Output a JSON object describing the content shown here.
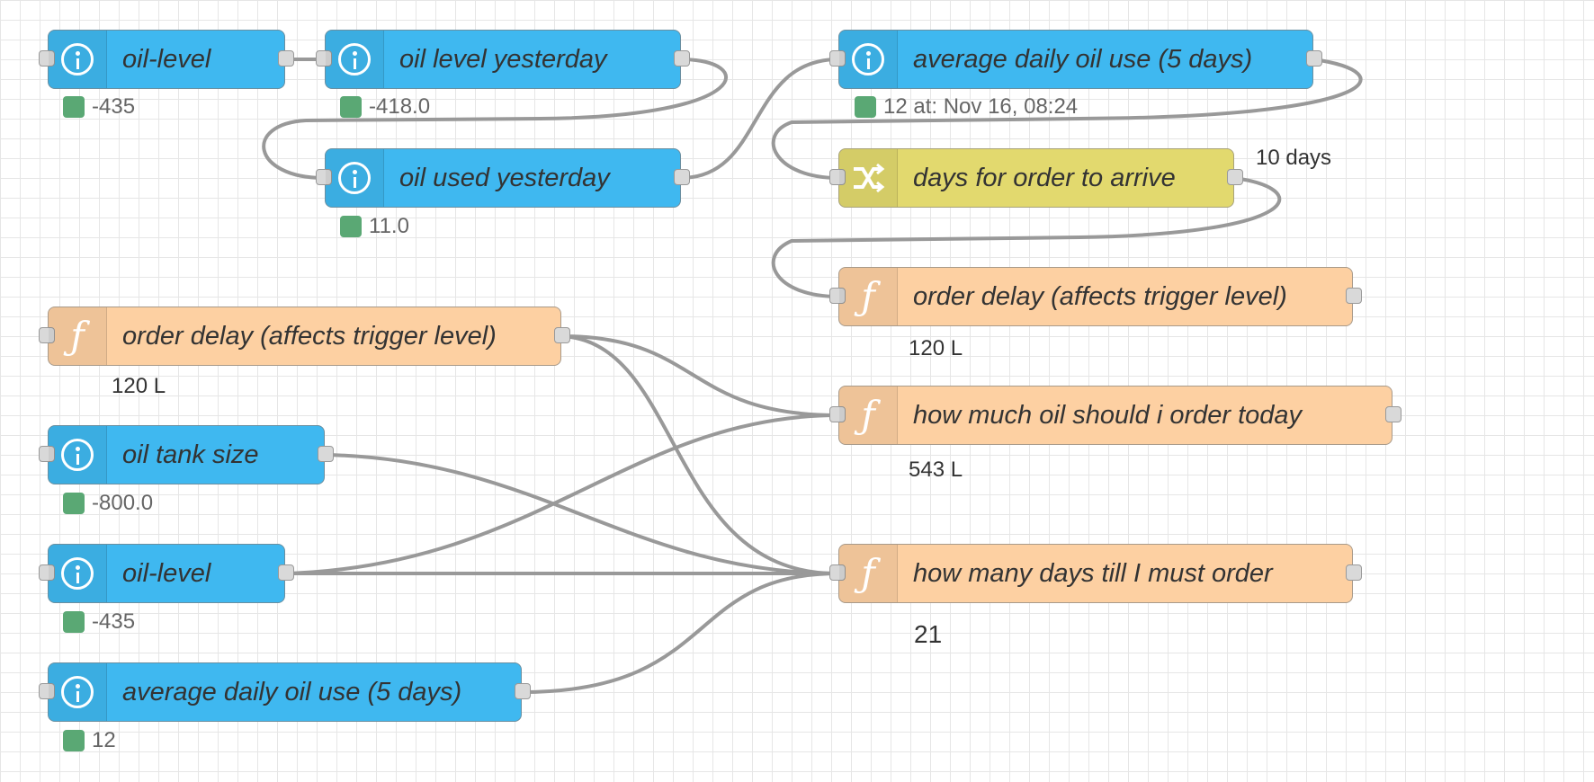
{
  "colors": {
    "info_node": "#3fb8f0",
    "function_node": "#fdd0a2",
    "change_node": "#e2d96e",
    "status_dot": "#5aa874",
    "wire": "#999999"
  },
  "nodes": {
    "n1": {
      "label": "oil-level",
      "status": "-435",
      "icon": "info-icon"
    },
    "n2": {
      "label": "oil level yesterday",
      "status": "-418.0",
      "icon": "info-icon"
    },
    "n3": {
      "label": "oil used yesterday",
      "status": "11.0",
      "icon": "info-icon"
    },
    "n4": {
      "label": "average daily oil use (5 days)",
      "status": "12 at: Nov 16, 08:24",
      "icon": "info-icon"
    },
    "n5": {
      "label": "days for order to arrive",
      "status": "10 days",
      "icon": "shuffle-icon"
    },
    "n6": {
      "label": "order delay (affects trigger level)",
      "status": "120 L",
      "icon": "function-icon"
    },
    "n7": {
      "label": "order delay (affects trigger level)",
      "status": "120 L",
      "icon": "function-icon"
    },
    "n8": {
      "label": "oil tank size",
      "status": "-800.0",
      "icon": "info-icon"
    },
    "n9": {
      "label": "oil-level",
      "status": "-435",
      "icon": "info-icon"
    },
    "n10": {
      "label": "average daily oil use (5 days)",
      "status": "12",
      "icon": "info-icon"
    },
    "n11": {
      "label": "how much oil should i order today",
      "status": "543 L",
      "icon": "function-icon"
    },
    "n12": {
      "label": "how many days till I must order",
      "status": "21",
      "icon": "function-icon"
    }
  }
}
